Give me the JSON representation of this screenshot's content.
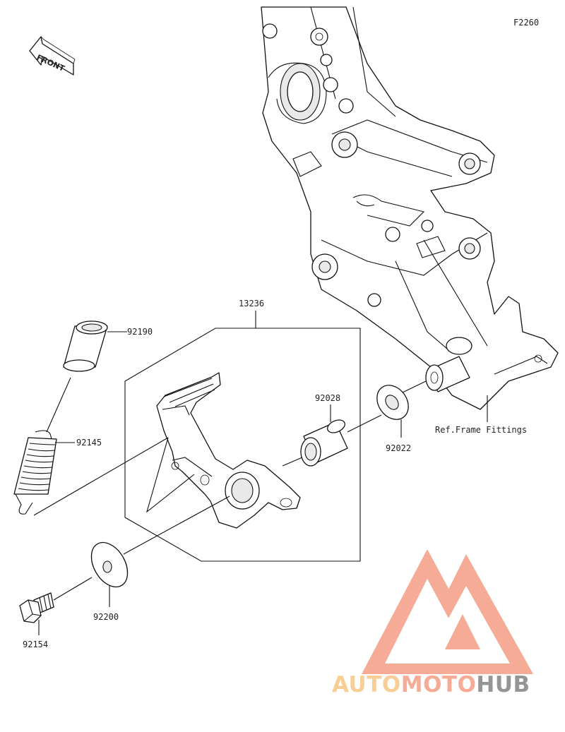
{
  "diagram_code": "F2260",
  "front_label": "FRONT",
  "ref_label": "Ref.Frame Fittings",
  "parts": {
    "p13236": "13236",
    "p92190": "92190",
    "p92145": "92145",
    "p92028": "92028",
    "p92022": "92022",
    "p92200": "92200",
    "p92154": "92154"
  },
  "watermark": {
    "part1": "AUTO",
    "part2": "MOTO",
    "part3": "HUB",
    "color_primary": "#f4a28a",
    "color_secondary": "#f7c98a",
    "color_dark": "#8a8a8a"
  }
}
